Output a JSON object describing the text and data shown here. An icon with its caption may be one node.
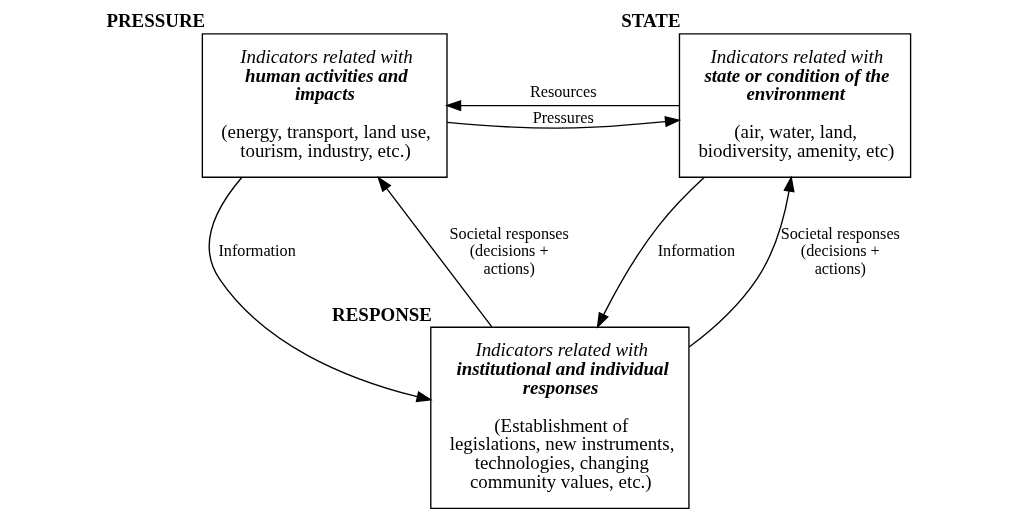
{
  "diagram": {
    "nodes": [
      {
        "text": [
          "Indicators related with **human activities and impacts**",
          "(energy, transport, land use, tourism, industry, etc.)"
        ],
        "beside": [
          "PRESSURE"
        ]
      },
      {
        "text": [
          "Indicators related with **state or condition of the environment**",
          "(air, water, land, biodiversity, amenity, etc)"
        ],
        "beside": [
          "STATE"
        ]
      },
      {
        "text": [
          "Indicators related with **institutional and individual responses**",
          "(Establishment of legislations, new instruments, technologies, changing community values, etc.)"
        ],
        "beside": [
          "RESPONSE"
        ]
      }
    ],
    "edges": [
      {
        "from": 0,
        "to": 1,
        "arrow": "to",
        "label": "Pressures"
      },
      {
        "from": 1,
        "to": 0,
        "arrow": "to",
        "label": "Resources"
      },
      {
        "from": 0,
        "to": 2,
        "arrow": "to",
        "label": "Information"
      },
      {
        "from": 1,
        "to": 2,
        "arrow": "to",
        "label": "Information"
      },
      {
        "from": 2,
        "to": 0,
        "arrow": "to",
        "label": "Societal responses (decisions + actions)"
      },
      {
        "from": 2,
        "to": 1,
        "arrow": "to",
        "label": "Societal responses (decisions + actions)"
      }
    ]
  }
}
